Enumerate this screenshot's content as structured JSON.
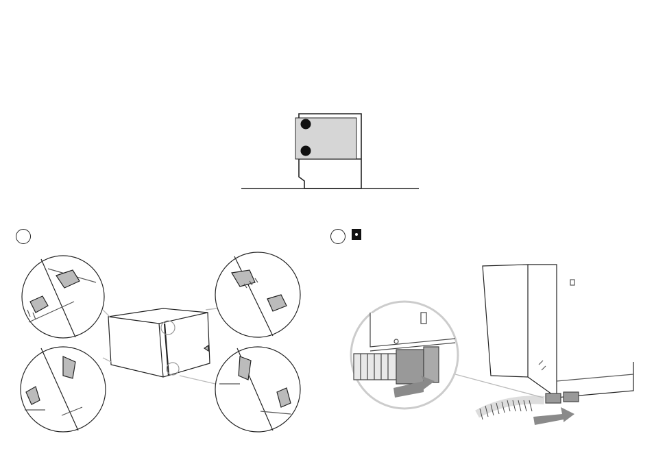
{
  "figure": {
    "top_diagram": "appliance-side-elevation",
    "left_panel": "hinge-reversal-detail",
    "right_panel": "drain-hose-connection"
  },
  "steps": [
    {
      "id": "step-1",
      "label": ""
    },
    {
      "id": "step-2",
      "label": ""
    }
  ],
  "icons": {
    "step_badge": "dot-square-icon",
    "arrow": "push-arrow-icon"
  },
  "colors": {
    "line": "#222222",
    "fill_gray": "#d6d6d6",
    "arrow_gray": "#8a8a8a",
    "dot": "#111111"
  }
}
